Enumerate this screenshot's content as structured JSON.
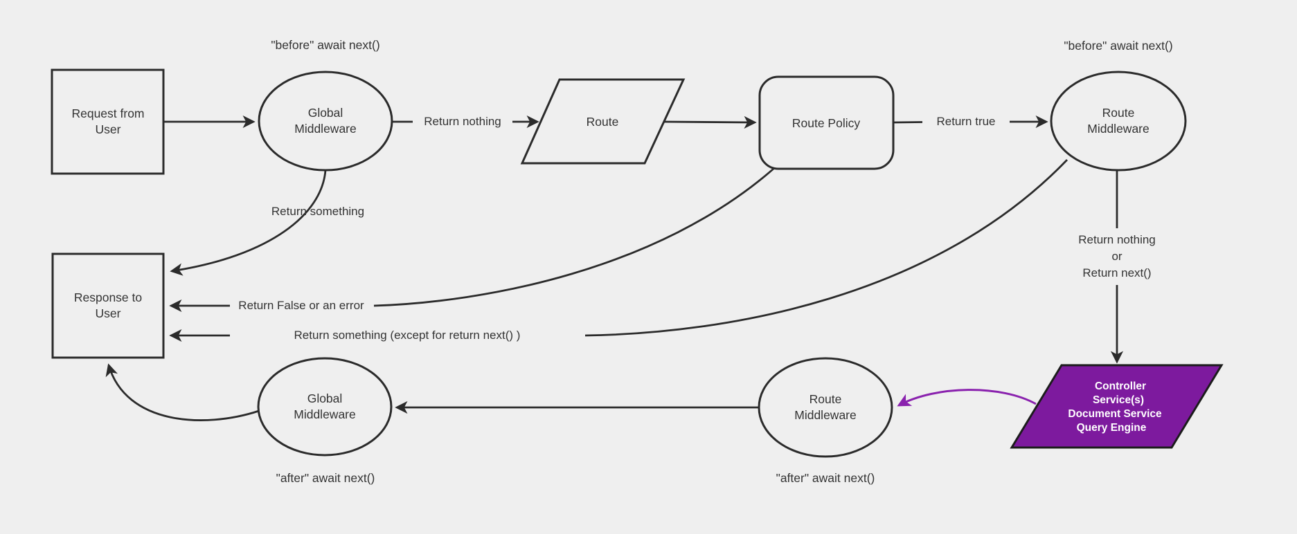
{
  "canvas": {
    "background": "#efefef",
    "stroke_color": "#2b2b2b",
    "text_color": "#333333",
    "accent_purple_fill": "#7d1a9e",
    "accent_purple_arrow": "#8a22ae"
  },
  "nodes": {
    "request": {
      "line1": "Request from",
      "line2": "User",
      "shape": "rectangle"
    },
    "global_middleware_top": {
      "line1": "Global",
      "line2": "Middleware",
      "shape": "ellipse"
    },
    "route": {
      "label": "Route",
      "shape": "parallelogram"
    },
    "route_policy": {
      "label": "Route Policy",
      "shape": "rounded-rectangle"
    },
    "route_middleware_top": {
      "line1": "Route",
      "line2": "Middleware",
      "shape": "ellipse"
    },
    "response": {
      "line1": "Response to",
      "line2": "User",
      "shape": "rectangle"
    },
    "global_middleware_bottom": {
      "line1": "Global",
      "line2": "Middleware",
      "shape": "ellipse"
    },
    "route_middleware_bottom": {
      "line1": "Route",
      "line2": "Middleware",
      "shape": "ellipse"
    },
    "controller_stack": {
      "line1": "Controller",
      "line2": "Service(s)",
      "line3": "Document Service",
      "line4": "Query Engine",
      "shape": "parallelogram",
      "fill": "#7d1a9e"
    }
  },
  "annotations": {
    "before_await_left": "\"before\" await next()",
    "before_await_right": "\"before\" await next()",
    "after_await_left": "\"after\" await next()",
    "after_await_right": "\"after\" await next()"
  },
  "edge_labels": {
    "return_nothing": "Return nothing",
    "return_true": "Return true",
    "return_something": "Return something",
    "return_false_or_error": "Return False or an error",
    "return_something_except": "Return something (except for return next() )",
    "return_nothing_or_1": "Return nothing",
    "return_nothing_or_2": "or",
    "return_nothing_or_3": "Return next()"
  }
}
